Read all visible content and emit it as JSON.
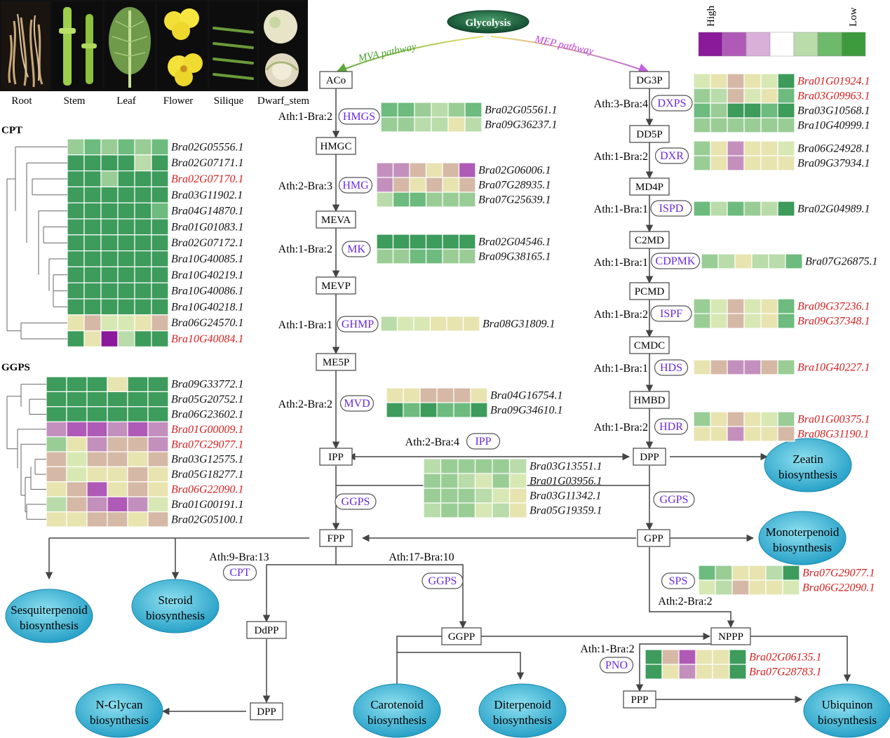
{
  "tissues": {
    "labels": [
      "Root",
      "Stem",
      "Leaf",
      "Flower",
      "Silique",
      "Dwarf_stem"
    ]
  },
  "legend": {
    "high": "High",
    "low": "Low"
  },
  "heat_palette": {
    "1": "#8a1a9a",
    "2": "#b05ab8",
    "3": "#c390bd",
    "4": "#d5b9a6",
    "5": "#e8e4b0",
    "6": "#d8e8b4",
    "7": "#b9dcaa",
    "8": "#9acd96",
    "9": "#6dbb7e",
    "10": "#3d9b5c"
  },
  "legend_scale": [
    "#8a1a9a",
    "#b05ab8",
    "#d8b0d8",
    "#ffffff",
    "#b9dcaa",
    "#6dbb6a",
    "#3d9b3d"
  ],
  "pathways": {
    "glycolysis": "Glycolysis",
    "mva": "MVA pathway",
    "mep": "MEP pathway"
  },
  "metabolites": {
    "aco": "ACo",
    "hmgc": "HMGC",
    "meva": "MEVA",
    "mevp": "MEVP",
    "me5p": "ME5P",
    "ipp": "IPP",
    "fpp": "FPP",
    "ddpp": "DdPP",
    "dpp_left": "DPP",
    "ggpp": "GGPP",
    "dg3p": "DG3P",
    "dd5p": "DD5P",
    "md4p": "MD4P",
    "c2md": "C2MD",
    "pcmd": "PCMD",
    "cmdc": "CMDC",
    "hmbd": "HMBD",
    "dpp_right": "DPP",
    "gpp": "GPP",
    "nppp": "NPPP",
    "ppp": "PPP"
  },
  "enzymes": {
    "hmgs": "HMGS",
    "hmg": "HMG",
    "mk": "MK",
    "ghmp": "GHMP",
    "mvd": "MVD",
    "ipp": "IPP",
    "ggps_left": "GGPS",
    "cpt": "CPT",
    "ggps_mid": "GGPS",
    "dxps": "DXPS",
    "dxr": "DXR",
    "ispd": "ISPD",
    "cdpmk": "CDPMK",
    "ispf": "ISPF",
    "hds": "HDS",
    "hdr": "HDR",
    "ggps_right": "GGPS",
    "sps": "SPS",
    "pno": "PNO"
  },
  "ratios": {
    "hmgs": "Ath:1-Bra:2",
    "hmg": "Ath:2-Bra:3",
    "mk": "Ath:1-Bra:2",
    "ghmp": "Ath:1-Bra:1",
    "mvd": "Ath:2-Bra:2",
    "ipp": "Ath:2-Bra:4",
    "cpt": "Ath:9-Bra:13",
    "ggps_mid": "Ath:17-Bra:10",
    "dxps": "Ath:3-Bra:4",
    "dxr": "Ath:1-Bra:2",
    "ispd": "Ath:1-Bra:1",
    "cdpmk": "Ath:1-Bra:1",
    "ispf": "Ath:1-Bra:2",
    "hds": "Ath:1-Bra:1",
    "hdr": "Ath:1-Bra:2",
    "sps": "Ath:2-Bra:2",
    "pno": "Ath:1-Bra:2"
  },
  "products": {
    "zeatin": [
      "Zeatin",
      "biosynthesis"
    ],
    "monoterpenoid": [
      "Monoterpenoid",
      "biosynthesis"
    ],
    "sesquiterpenoid": [
      "Sesquiterpenoid",
      "biosynthesis"
    ],
    "steroid": [
      "Steroid",
      "biosynthesis"
    ],
    "nglycan": [
      "N-Glycan",
      "biosynthesis"
    ],
    "carotenoid": [
      "Carotenoid",
      "biosynthesis"
    ],
    "diterpenoid": [
      "Diterpenoid",
      "biosynthesis"
    ],
    "ubiquinon": [
      "Ubiquinon",
      "biosynthesis"
    ]
  },
  "families": {
    "cpt": "CPT",
    "ggps": "GGPS"
  },
  "heatmaps": {
    "cpt": {
      "genes": [
        {
          "id": "Bra02G05556.1",
          "red": false,
          "v": [
            8,
            9,
            8,
            9,
            8,
            9
          ]
        },
        {
          "id": "Bra02G07171.1",
          "red": false,
          "v": [
            10,
            10,
            10,
            10,
            7,
            10
          ]
        },
        {
          "id": "Bra02G07170.1",
          "red": true,
          "v": [
            10,
            10,
            8,
            10,
            10,
            10
          ]
        },
        {
          "id": "Bra03G11902.1",
          "red": false,
          "v": [
            10,
            10,
            10,
            10,
            10,
            10
          ]
        },
        {
          "id": "Bra04G14870.1",
          "red": false,
          "v": [
            10,
            10,
            10,
            10,
            10,
            9
          ]
        },
        {
          "id": "Bra01G01083.1",
          "red": false,
          "v": [
            10,
            10,
            10,
            10,
            10,
            10
          ]
        },
        {
          "id": "Bra02G07172.1",
          "red": false,
          "v": [
            10,
            10,
            10,
            10,
            10,
            10
          ]
        },
        {
          "id": "Bra10G40085.1",
          "red": false,
          "v": [
            10,
            10,
            10,
            10,
            10,
            10
          ]
        },
        {
          "id": "Bra10G40219.1",
          "red": false,
          "v": [
            10,
            10,
            10,
            10,
            10,
            10
          ]
        },
        {
          "id": "Bra10G40086.1",
          "red": false,
          "v": [
            10,
            10,
            10,
            10,
            10,
            10
          ]
        },
        {
          "id": "Bra10G40218.1",
          "red": false,
          "v": [
            10,
            10,
            10,
            10,
            10,
            10
          ]
        },
        {
          "id": "Bra06G24570.1",
          "red": false,
          "v": [
            5,
            4,
            6,
            6,
            5,
            4
          ]
        },
        {
          "id": "Bra10G40084.1",
          "red": true,
          "v": [
            10,
            5,
            1,
            7,
            10,
            10
          ]
        }
      ]
    },
    "ggps": {
      "genes": [
        {
          "id": "Bra09G33772.1",
          "red": false,
          "v": [
            10,
            10,
            10,
            5,
            10,
            10
          ]
        },
        {
          "id": "Bra05G20752.1",
          "red": false,
          "v": [
            10,
            10,
            10,
            10,
            10,
            10
          ]
        },
        {
          "id": "Bra06G23602.1",
          "red": false,
          "v": [
            10,
            10,
            10,
            10,
            10,
            10
          ]
        },
        {
          "id": "Bra01G00009.1",
          "red": true,
          "v": [
            3,
            2,
            2,
            3,
            2,
            3
          ]
        },
        {
          "id": "Bra07G29077.1",
          "red": true,
          "v": [
            8,
            5,
            3,
            4,
            4,
            3
          ]
        },
        {
          "id": "Bra03G12575.1",
          "red": false,
          "v": [
            4,
            6,
            4,
            4,
            5,
            4
          ]
        },
        {
          "id": "Bra05G18277.1",
          "red": false,
          "v": [
            4,
            6,
            5,
            5,
            4,
            5
          ]
        },
        {
          "id": "Bra06G22090.1",
          "red": true,
          "v": [
            5,
            4,
            2,
            5,
            4,
            5
          ]
        },
        {
          "id": "Bra01G00191.1",
          "red": false,
          "v": [
            7,
            4,
            3,
            2,
            3,
            6
          ]
        },
        {
          "id": "Bra02G05100.1",
          "red": false,
          "v": [
            5,
            5,
            4,
            4,
            5,
            4
          ]
        }
      ]
    },
    "hmgs": {
      "genes": [
        {
          "id": "Bra02G05561.1",
          "red": false,
          "v": [
            9,
            9,
            8,
            7,
            8,
            9
          ]
        },
        {
          "id": "Bra09G36237.1",
          "red": false,
          "v": [
            8,
            8,
            7,
            7,
            5,
            7
          ]
        }
      ]
    },
    "hmg": {
      "genes": [
        {
          "id": "Bra02G06006.1",
          "red": false,
          "v": [
            3,
            3,
            4,
            5,
            4,
            2
          ]
        },
        {
          "id": "Bra07G28935.1",
          "red": false,
          "v": [
            3,
            4,
            5,
            4,
            5,
            4
          ]
        },
        {
          "id": "Bra07G25639.1",
          "red": false,
          "v": [
            7,
            9,
            9,
            8,
            8,
            8
          ]
        }
      ]
    },
    "mk": {
      "genes": [
        {
          "id": "Bra02G04546.1",
          "red": false,
          "v": [
            10,
            10,
            10,
            10,
            10,
            10
          ]
        },
        {
          "id": "Bra09G38165.1",
          "red": false,
          "v": [
            8,
            8,
            9,
            9,
            8,
            8
          ]
        }
      ]
    },
    "ghmp": {
      "genes": [
        {
          "id": "Bra08G31809.1",
          "red": false,
          "v": [
            7,
            6,
            6,
            5,
            5,
            5
          ]
        }
      ]
    },
    "mvd": {
      "genes": [
        {
          "id": "Bra04G16754.1",
          "red": false,
          "v": [
            5,
            5,
            4,
            4,
            4,
            5
          ]
        },
        {
          "id": "Bra09G34610.1",
          "red": false,
          "v": [
            10,
            9,
            10,
            9,
            9,
            10
          ]
        }
      ]
    },
    "ipp": {
      "genes": [
        {
          "id": "Bra03G13551.1",
          "red": false,
          "v": [
            7,
            8,
            8,
            8,
            8,
            7
          ]
        },
        {
          "id": "Bra01G03956.1",
          "red": false,
          "v": [
            8,
            8,
            7,
            6,
            8,
            6
          ]
        },
        {
          "id": "Bra03G11342.1",
          "red": false,
          "v": [
            8,
            8,
            8,
            7,
            6,
            5
          ]
        },
        {
          "id": "Bra05G19359.1",
          "red": false,
          "v": [
            7,
            8,
            8,
            6,
            7,
            5
          ]
        }
      ]
    },
    "dxps": {
      "genes": [
        {
          "id": "Bra01G01924.1",
          "red": true,
          "v": [
            6,
            5,
            4,
            5,
            6,
            10
          ]
        },
        {
          "id": "Bra03G09963.1",
          "red": true,
          "v": [
            8,
            7,
            4,
            6,
            5,
            9
          ]
        },
        {
          "id": "Bra03G10568.1",
          "red": false,
          "v": [
            9,
            8,
            10,
            10,
            9,
            10
          ]
        },
        {
          "id": "Bra10G40999.1",
          "red": false,
          "v": [
            8,
            8,
            8,
            8,
            8,
            8
          ]
        }
      ]
    },
    "dxr": {
      "genes": [
        {
          "id": "Bra06G24928.1",
          "red": false,
          "v": [
            8,
            5,
            3,
            5,
            5,
            6
          ]
        },
        {
          "id": "Bra09G37934.1",
          "red": false,
          "v": [
            8,
            5,
            3,
            5,
            5,
            5
          ]
        }
      ]
    },
    "ispd": {
      "genes": [
        {
          "id": "Bra02G04989.1",
          "red": false,
          "v": [
            9,
            7,
            9,
            8,
            7,
            10
          ]
        }
      ]
    },
    "cdpmk": {
      "genes": [
        {
          "id": "Bra07G26875.1",
          "red": false,
          "v": [
            8,
            7,
            5,
            7,
            7,
            9
          ]
        }
      ]
    },
    "ispf": {
      "genes": [
        {
          "id": "Bra09G37236.1",
          "red": true,
          "v": [
            8,
            6,
            4,
            6,
            5,
            9
          ]
        },
        {
          "id": "Bra09G37348.1",
          "red": true,
          "v": [
            8,
            6,
            4,
            6,
            5,
            9
          ]
        }
      ]
    },
    "hds": {
      "genes": [
        {
          "id": "Bra10G40227.1",
          "red": true,
          "v": [
            5,
            4,
            3,
            3,
            4,
            8
          ]
        }
      ]
    },
    "hdr": {
      "genes": [
        {
          "id": "Bra01G00375.1",
          "red": true,
          "v": [
            8,
            5,
            4,
            5,
            6,
            8
          ]
        },
        {
          "id": "Bra08G31190.1",
          "red": true,
          "v": [
            5,
            5,
            3,
            5,
            5,
            4
          ]
        }
      ]
    },
    "sps": {
      "genes": [
        {
          "id": "Bra07G29077.1",
          "red": true,
          "v": [
            9,
            8,
            5,
            5,
            7,
            10
          ]
        },
        {
          "id": "Bra06G22090.1",
          "red": true,
          "v": [
            6,
            7,
            4,
            5,
            5,
            6
          ]
        }
      ]
    },
    "pno": {
      "genes": [
        {
          "id": "Bra02G06135.1",
          "red": true,
          "v": [
            10,
            4,
            2,
            5,
            5,
            10
          ]
        },
        {
          "id": "Bra07G28783.1",
          "red": true,
          "v": [
            10,
            5,
            3,
            5,
            5,
            10
          ]
        }
      ]
    }
  }
}
